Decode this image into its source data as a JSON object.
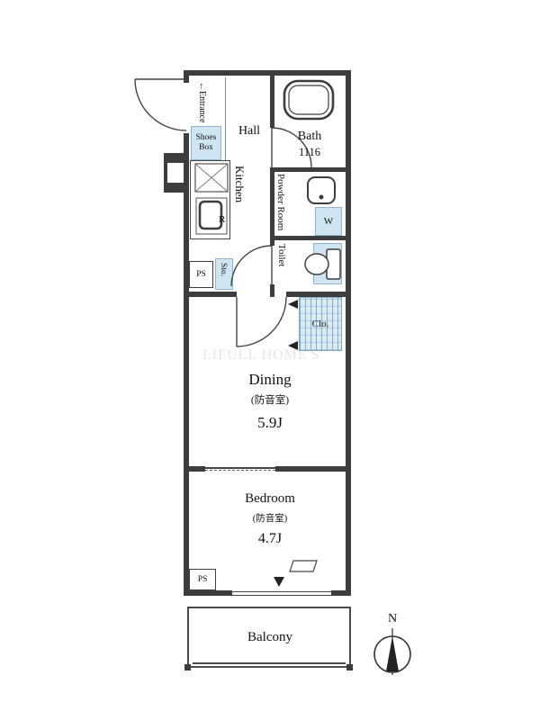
{
  "colors": {
    "wall": "#3d3d3d",
    "fixture_blue": "#cfe6f2",
    "fixture_border": "#8fb6cc",
    "line": "#444444",
    "watermark": "#d6d6d6"
  },
  "rooms": {
    "entrance": {
      "label": "←Entrance"
    },
    "shoes_box": {
      "label": "Shoes Box"
    },
    "hall": {
      "label": "Hall"
    },
    "bath": {
      "label": "Bath",
      "size": "1116"
    },
    "kitchen": {
      "label": "Kitchen",
      "fridge_label": "R"
    },
    "powder_room": {
      "label": "Powder Room",
      "washer_label": "W"
    },
    "toilet": {
      "label": "Toilet"
    },
    "ps_top": {
      "label": "PS"
    },
    "storage": {
      "label": "Sto."
    },
    "closet": {
      "label": "Clo."
    },
    "dining": {
      "label": "Dining",
      "note": "(防音室)",
      "size": "5.9J"
    },
    "bedroom": {
      "label": "Bedroom",
      "note": "(防音室)",
      "size": "4.7J"
    },
    "ps_bottom": {
      "label": "PS"
    },
    "balcony": {
      "label": "Balcony"
    }
  },
  "compass": {
    "label": "N"
  },
  "watermark": {
    "text": "LIFULL HOME'S"
  }
}
